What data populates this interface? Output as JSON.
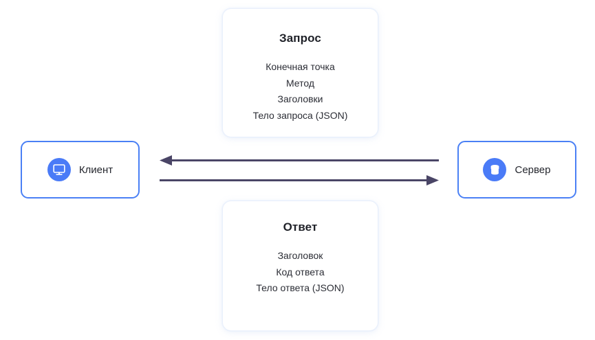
{
  "diagram": {
    "title_semantic": "client-server-request-response",
    "colors": {
      "node_border": "#4a80f5",
      "badge_fill": "#4a7bf7",
      "arrow": "#4a4566",
      "panel_border": "#eaf0fb",
      "text": "#24262d",
      "background": "#ffffff"
    }
  },
  "request_panel": {
    "title": "Запрос",
    "lines": [
      "Конечная точка",
      "Метод",
      "Заголовки",
      "Тело запроса (JSON)"
    ]
  },
  "response_panel": {
    "title": "Ответ",
    "lines": [
      "Заголовок",
      "Код ответа",
      "Тело ответа (JSON)"
    ]
  },
  "nodes": {
    "client": {
      "label": "Клиент",
      "icon": "monitor-icon"
    },
    "server": {
      "label": "Сервер",
      "icon": "database-icon"
    }
  },
  "arrows": [
    {
      "name": "response-arrow",
      "direction": "left",
      "from": "server",
      "to": "client"
    },
    {
      "name": "request-arrow",
      "direction": "right",
      "from": "client",
      "to": "server"
    }
  ]
}
